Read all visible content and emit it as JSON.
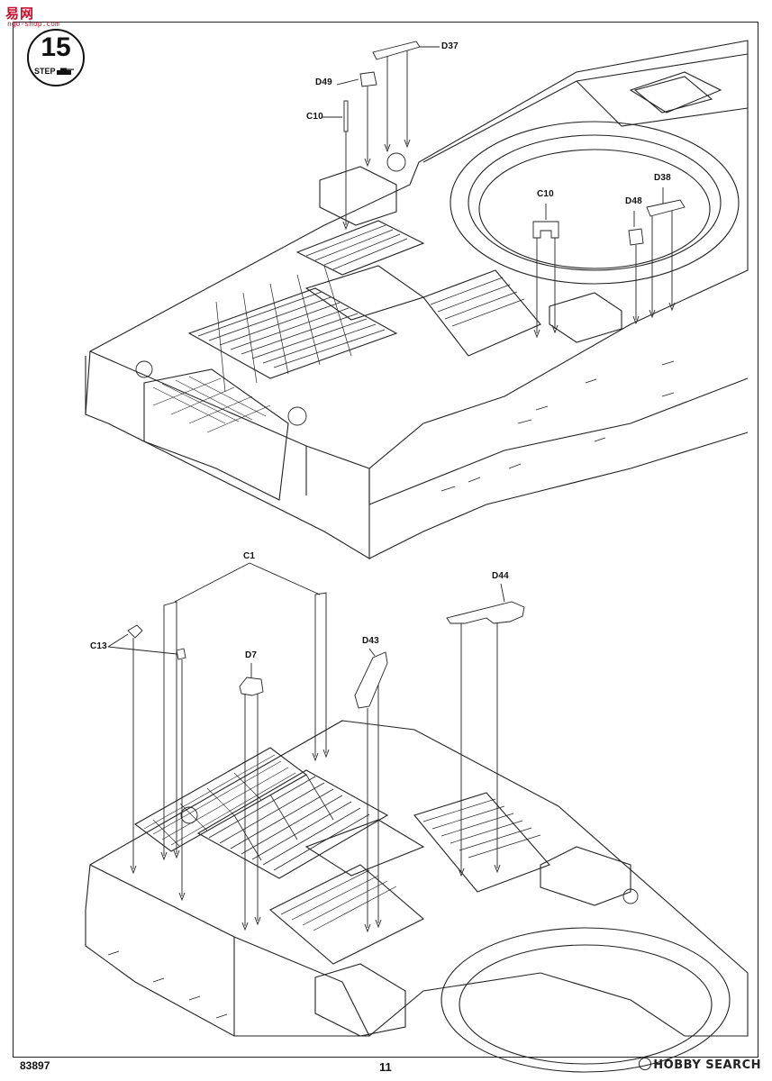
{
  "header": {
    "watermark_text": "易网",
    "watermark_sub": "ngo-shop.com",
    "step_number": "15",
    "step_word": "STEP"
  },
  "top_assembly": {
    "labels": {
      "d37": "D37",
      "d49": "D49",
      "c10_left": "C10",
      "c10_mid": "C10",
      "d48": "D48",
      "d38": "D38"
    }
  },
  "bottom_assembly": {
    "labels": {
      "c1": "C1",
      "c13": "C13",
      "d7": "D7",
      "d43": "D43",
      "d44": "D44"
    }
  },
  "footer": {
    "code": "83897",
    "page": "11",
    "brand": "HOBBY SEARCH"
  },
  "colors": {
    "watermark": "#c8102e",
    "ink": "#111111"
  }
}
